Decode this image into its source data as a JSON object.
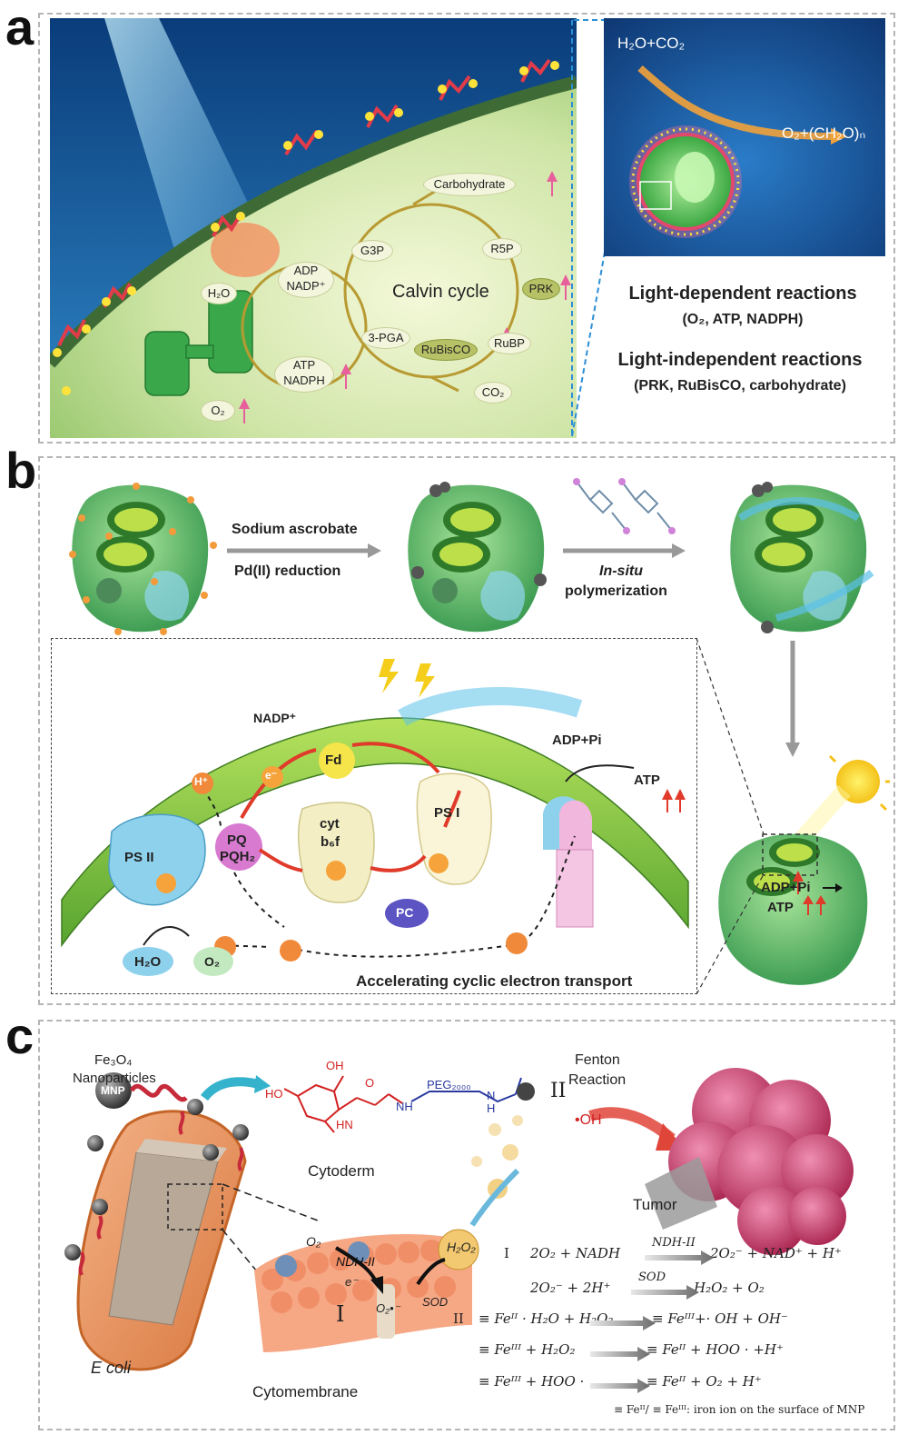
{
  "panels": {
    "a": {
      "letter": "a",
      "h2o": "H₂O",
      "adp_nadp_1": "ADP",
      "adp_nadp_2": "NADP⁺",
      "atp_nadph_1": "ATP",
      "atp_nadph_2": "NADPH",
      "o2": "O₂",
      "g3p": "G3P",
      "carbohydrate": "Carbohydrate",
      "r5p": "R5P",
      "prk": "PRK",
      "calvin": "Calvin cycle",
      "pga": "3-PGA",
      "rubisco": "RuBisCO",
      "rubp": "RuBP",
      "co2": "CO₂",
      "inset_input": "H₂O+CO₂",
      "inset_output": "O₂+(CH₂O)ₙ",
      "light_dep_title": "Light-dependent reactions",
      "light_dep_sub": "(O₂, ATP, NADPH)",
      "light_indep_title": "Light-independent reactions",
      "light_indep_sub": "(PRK, RuBisCO, carbohydrate)"
    },
    "b": {
      "letter": "b",
      "step1_line1": "Sodium ascrobate",
      "step1_line2": "Pd(II) reduction",
      "step2_line1": "In-situ",
      "step2_line2": "polymerization",
      "nadp": "NADP⁺",
      "fd": "Fd",
      "hplus": "H⁺",
      "eminus": "e⁻",
      "pq": "PQ",
      "pqh2": "PQH₂",
      "cyt_1": "cyt",
      "cyt_2": "b₆f",
      "ps1": "PS I",
      "ps2": "PS II",
      "pc": "PC",
      "h2o": "H₂O",
      "o2": "O₂",
      "adp_pi": "ADP+Pi",
      "atp": "ATP",
      "bottom_caption": "Accelerating cyclic electron transport",
      "cell_adp_pi": "ADP+Pi",
      "cell_atp": "ATP"
    },
    "c": {
      "letter": "c",
      "fe3o4_1": "Fe₃O₄",
      "fe3o4_2": "Nanoparticles",
      "mnp": "MNP",
      "oh_label": "OH",
      "nh": "NH",
      "peg": "PEG₂₀₀₀",
      "hn": "HN",
      "ho": "HO",
      "o_label": "O",
      "h_label": "H",
      "n_label": "N",
      "roman_2": "II",
      "fenton_1": "Fenton",
      "fenton_2": "Reaction",
      "radical_oh": "•OH",
      "cytoderm": "Cytoderm",
      "tumor": "Tumor",
      "ecoli": "E coli",
      "cytomembrane": "Cytomembrane",
      "membrane_o2": "O₂",
      "membrane_ndh": "NDH-II",
      "membrane_e": "e⁻",
      "membrane_o2rad": "O₂•⁻",
      "membrane_sod": "SOD",
      "membrane_h2o2": "H₂O₂",
      "membrane_roman1": "I",
      "eq_roman_1": "I",
      "eq1_left": "2O₂ + NADH",
      "eq1_enzyme": "NDH-II",
      "eq1_right": "2O₂⁻ + NAD⁺ + H⁺",
      "eq2_left": "2O₂⁻ + 2H⁺",
      "eq2_enzyme": "SOD",
      "eq2_right": "H₂O₂ + O₂",
      "eq_roman_2": "II",
      "eq3_left": "≡ Feᴵᴵ · H₂O + H₂O₂",
      "eq3_right": "≡ Feᴵᴵᴵ+· OH + OH⁻",
      "eq4_left": "≡ Feᴵᴵᴵ + H₂O₂",
      "eq4_right": "≡ Feᴵᴵ + HOO · +H⁺",
      "eq5_left": "≡ Feᴵᴵᴵ + HOO ·",
      "eq5_right": "≡ Feᴵᴵ + O₂ + H⁺",
      "footnote": "≡ Feᴵᴵ/ ≡ Feᴵᴵᴵ: iron ion on the surface of MNP"
    }
  },
  "colors": {
    "frame": "#b5b5b5",
    "cell_green": "#8fd27a",
    "cycle_gold": "#b89a32",
    "electron_red": "#e03a2a",
    "inset_blue": "#1c4f9c",
    "ecoli_orange": "#e8935a",
    "tumor_pink": "#c23765",
    "chem_red": "#d22222",
    "chem_blue": "#2a3aa0"
  }
}
